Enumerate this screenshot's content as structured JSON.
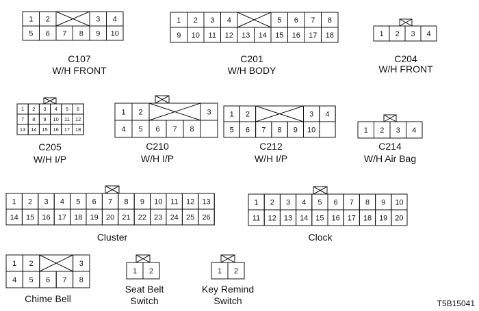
{
  "connectors": [
    {
      "id": "C107",
      "title": "C107",
      "subtitle": "W/H FRONT",
      "rows": [
        [
          "1",
          "2",
          "X:2",
          "3",
          "4"
        ],
        [
          "5",
          "6",
          "7",
          "8",
          "9",
          "10"
        ]
      ]
    },
    {
      "id": "C201",
      "title": "C201",
      "subtitle": "W/H BODY",
      "rows": [
        [
          "1",
          "2",
          "3",
          "4",
          "X:2",
          "5",
          "6",
          "7",
          "8"
        ],
        [
          "9",
          "10",
          "11",
          "12",
          "13",
          "14",
          "15",
          "16",
          "17",
          "18"
        ]
      ]
    },
    {
      "id": "C204",
      "title": "C204",
      "subtitle": "W/H FRONT",
      "rows": [
        [
          "1",
          "2",
          "3",
          "4"
        ]
      ]
    },
    {
      "id": "C205",
      "title": "C205",
      "subtitle": "W/H I/P",
      "rows": [
        [
          "1",
          "2",
          "3",
          "4",
          "5",
          "6"
        ],
        [
          "7",
          "8",
          "9",
          "10",
          "11",
          "12"
        ],
        [
          "13",
          "14",
          "15",
          "16",
          "17",
          "18"
        ]
      ]
    },
    {
      "id": "C210",
      "title": "C210",
      "subtitle": "W/H I/P",
      "rows": [
        [
          "1",
          "2",
          "X:3",
          "3"
        ],
        [
          "4",
          "5",
          "6",
          "7",
          "8"
        ]
      ]
    },
    {
      "id": "C212",
      "title": "C212",
      "subtitle": "W/H I/P",
      "rows": [
        [
          "1",
          "2",
          "X:3",
          "3",
          "4"
        ],
        [
          "5",
          "6",
          "7",
          "8",
          "9",
          "10"
        ]
      ]
    },
    {
      "id": "C214",
      "title": "C214",
      "subtitle": "W/H Air Bag",
      "rows": [
        [
          "1",
          "2",
          "3",
          "4"
        ]
      ]
    },
    {
      "id": "Cluster",
      "title": "Cluster",
      "subtitle": "",
      "rows": [
        [
          "1",
          "2",
          "3",
          "4",
          "5",
          "6",
          "7",
          "8",
          "9",
          "10",
          "11",
          "12",
          "13"
        ],
        [
          "14",
          "15",
          "16",
          "17",
          "18",
          "19",
          "20",
          "21",
          "22",
          "23",
          "24",
          "25",
          "26"
        ]
      ]
    },
    {
      "id": "Clock",
      "title": "Clock",
      "subtitle": "",
      "rows": [
        [
          "1",
          "2",
          "3",
          "4",
          "5",
          "6",
          "7",
          "8",
          "9",
          "10"
        ],
        [
          "11",
          "12",
          "13",
          "14",
          "15",
          "16",
          "17",
          "18",
          "19",
          "20"
        ]
      ]
    },
    {
      "id": "Chime",
      "title": "Chime Bell",
      "subtitle": "",
      "rows": [
        [
          "1",
          "2",
          "X:2",
          "3"
        ],
        [
          "4",
          "5",
          "6",
          "7",
          "8"
        ]
      ]
    },
    {
      "id": "SeatBelt",
      "title": "Seat Belt",
      "subtitle": "Switch",
      "rows": [
        [
          "1",
          "2"
        ]
      ]
    },
    {
      "id": "KeyRemind",
      "title": "Key Remind",
      "subtitle": "Switch",
      "rows": [
        [
          "1",
          "2"
        ]
      ]
    }
  ],
  "figure_code": "T5B15041"
}
